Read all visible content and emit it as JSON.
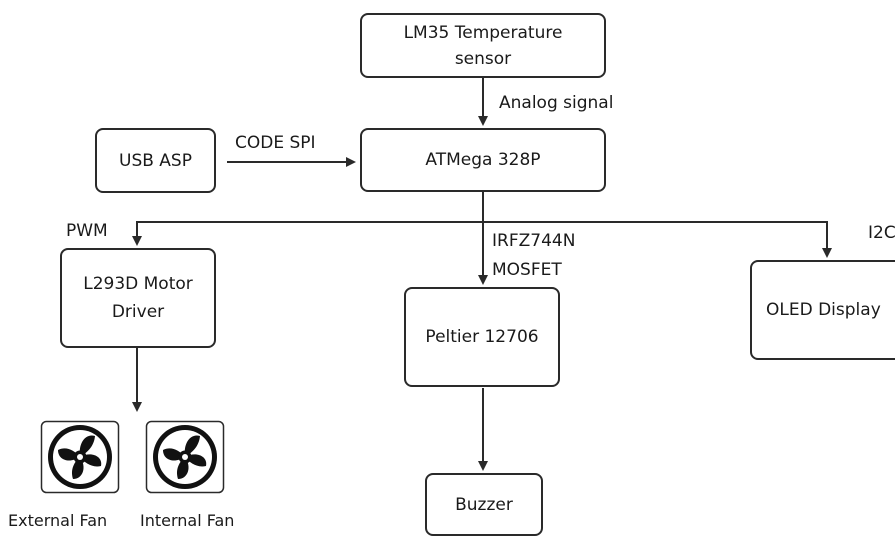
{
  "blocks": {
    "lm35": "LM35 Temperature sensor",
    "usbasp": "USB ASP",
    "mcu": "ATMega 328P",
    "motor_driver": "L293D Motor Driver",
    "peltier": "Peltier 12706",
    "oled": "OLED Display",
    "buzzer": "Buzzer"
  },
  "edge_labels": {
    "analog": "Analog signal",
    "code_spi": "CODE SPI",
    "pwm": "PWM",
    "mosfet_line1": "IRFZ744N",
    "mosfet_line2": "MOSFET",
    "i2c": "I2C"
  },
  "fans": {
    "external": "External Fan",
    "internal": "Internal Fan"
  },
  "icons": [
    "fan-icon",
    "fan-icon"
  ],
  "colors": {
    "stroke": "#2a2a2a",
    "fan_fill": "#111111"
  }
}
